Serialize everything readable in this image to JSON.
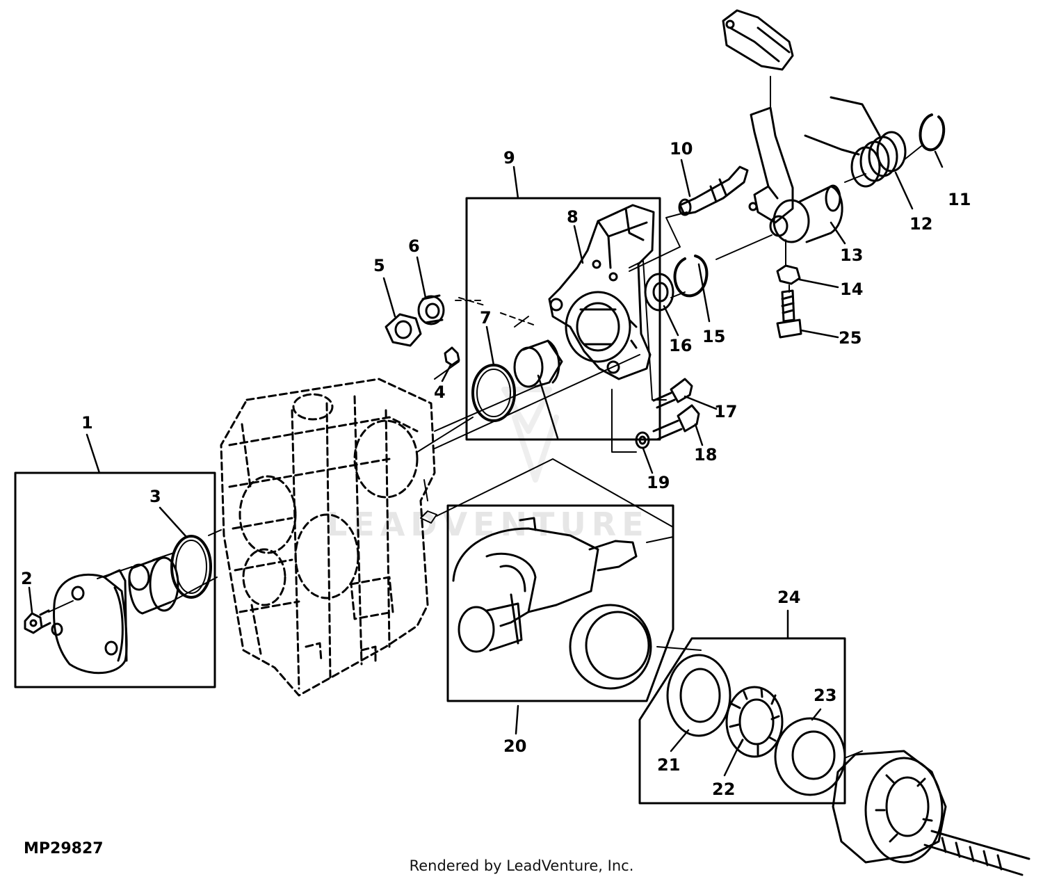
{
  "figure_id": "MP29827",
  "credit": "Rendered by LeadVenture, Inc.",
  "watermark": "LEADVENTURE",
  "callouts": [
    "1",
    "2",
    "3",
    "4",
    "5",
    "6",
    "7",
    "8",
    "9",
    "10",
    "11",
    "12",
    "13",
    "14",
    "15",
    "16",
    "17",
    "18",
    "19",
    "20",
    "21",
    "22",
    "23",
    "24",
    "25"
  ],
  "colors": {
    "ink": "#000000",
    "paper": "#ffffff",
    "watermark": "#e6e6e6"
  }
}
